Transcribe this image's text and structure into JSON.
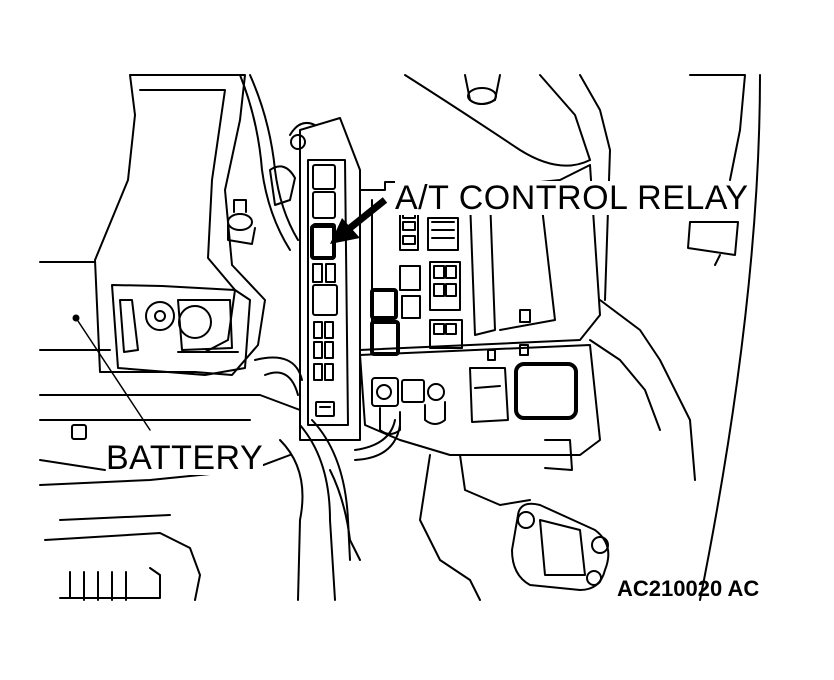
{
  "labels": {
    "relay": "A/T CONTROL RELAY",
    "battery": "BATTERY",
    "figure_code": "AC210020 AC"
  },
  "colors": {
    "line": "#000000",
    "background": "#ffffff"
  }
}
